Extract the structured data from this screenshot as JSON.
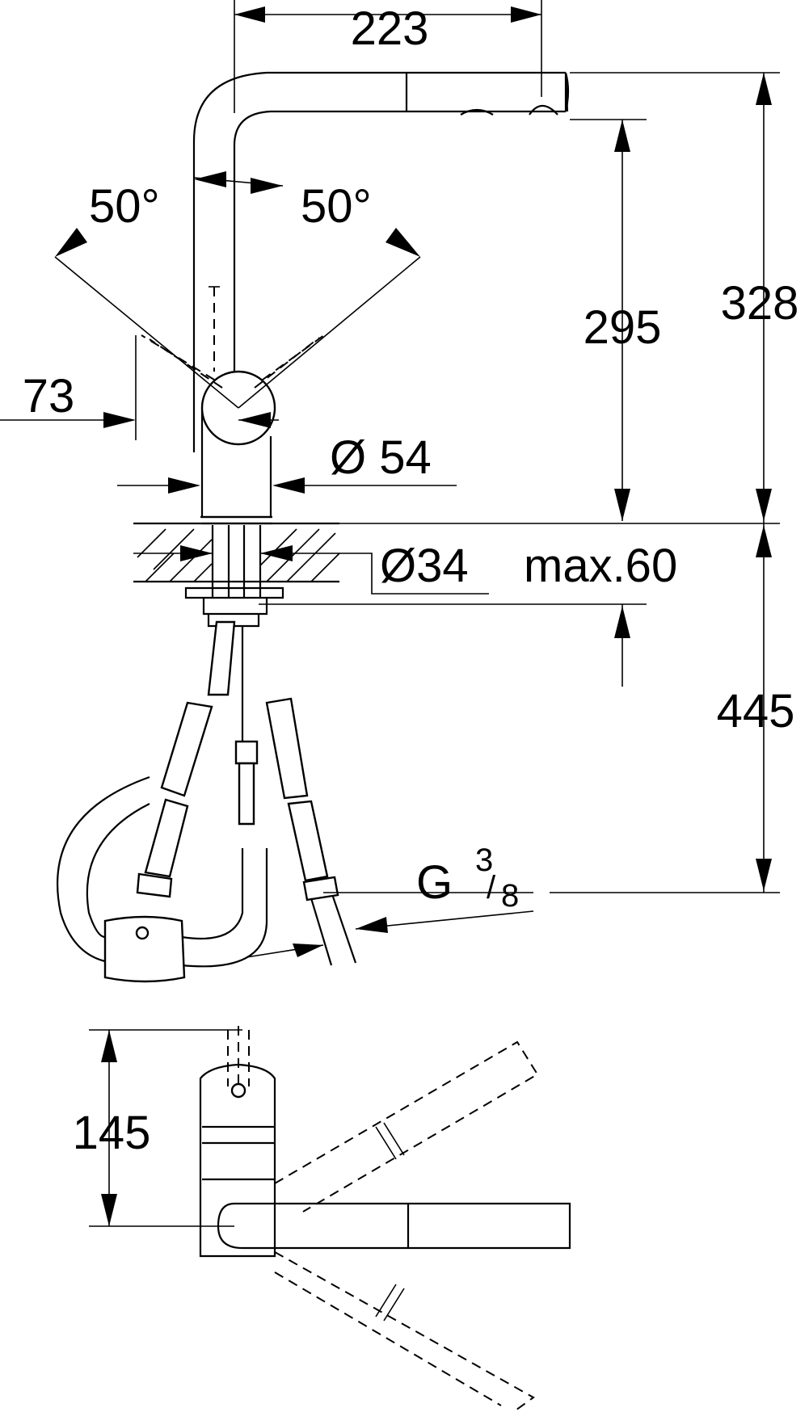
{
  "dimensions": {
    "spout_reach": "223",
    "swivel_left": "50°",
    "swivel_right": "50°",
    "spout_height": "295",
    "total_height": "328",
    "lever_offset": "73",
    "body_diameter": "Ø 54",
    "hole_diameter": "Ø34",
    "counter_max": "max.60",
    "below_counter": "445",
    "thread_main": "G",
    "thread_num": "3",
    "thread_den": "8",
    "top_depth": "145"
  },
  "colors": {
    "line": "#000000",
    "background": "#ffffff"
  }
}
